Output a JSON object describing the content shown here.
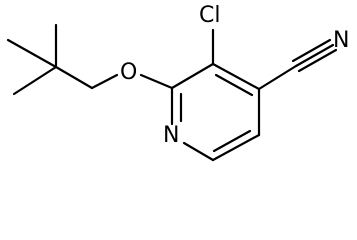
{
  "molecule": {
    "atoms": {
      "chlorine": "Cl",
      "oxygen": "O",
      "ring_nitrogen": "N",
      "nitrile_nitrogen": "N"
    }
  }
}
